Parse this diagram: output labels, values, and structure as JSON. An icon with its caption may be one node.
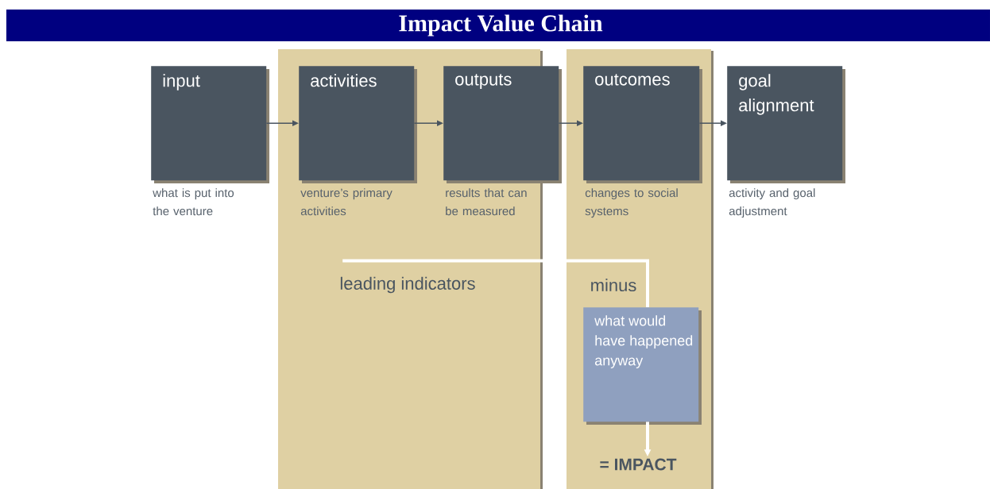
{
  "diagram": {
    "title": "Impact Value Chain",
    "nodes": [
      {
        "text": [
          "input"
        ],
        "beside": [
          "what is put into the venture"
        ]
      },
      {
        "text": [
          "activities"
        ],
        "beside": [
          "venture’s primary activities"
        ]
      },
      {
        "text": [
          "outputs"
        ],
        "beside": [
          "results that can be measured"
        ]
      },
      {
        "text": [
          "outcomes"
        ],
        "beside": [
          "changes to social systems"
        ]
      },
      {
        "text": [
          "goal alignment"
        ],
        "beside": [
          "activity and goal adjustment"
        ]
      },
      {
        "text": [
          "leading indicators"
        ]
      },
      {
        "text": [
          "minus"
        ]
      },
      {
        "text": [
          "what would have happened anyway"
        ]
      },
      {
        "text": [
          "= IMPACT"
        ]
      }
    ],
    "edges": [
      {
        "from": 0,
        "to": 1,
        "arrow": "to"
      },
      {
        "from": 1,
        "to": 2,
        "arrow": "to"
      },
      {
        "from": 2,
        "to": 3,
        "arrow": "to"
      },
      {
        "from": 3,
        "to": 4,
        "arrow": "to"
      },
      {
        "from": 5,
        "to": 7,
        "arrow": "none",
        "style": "thick",
        "color": "#ffffff"
      },
      {
        "from": 7,
        "to": 8,
        "arrow": "to",
        "style": "thick",
        "color": "#ffffff"
      }
    ]
  }
}
